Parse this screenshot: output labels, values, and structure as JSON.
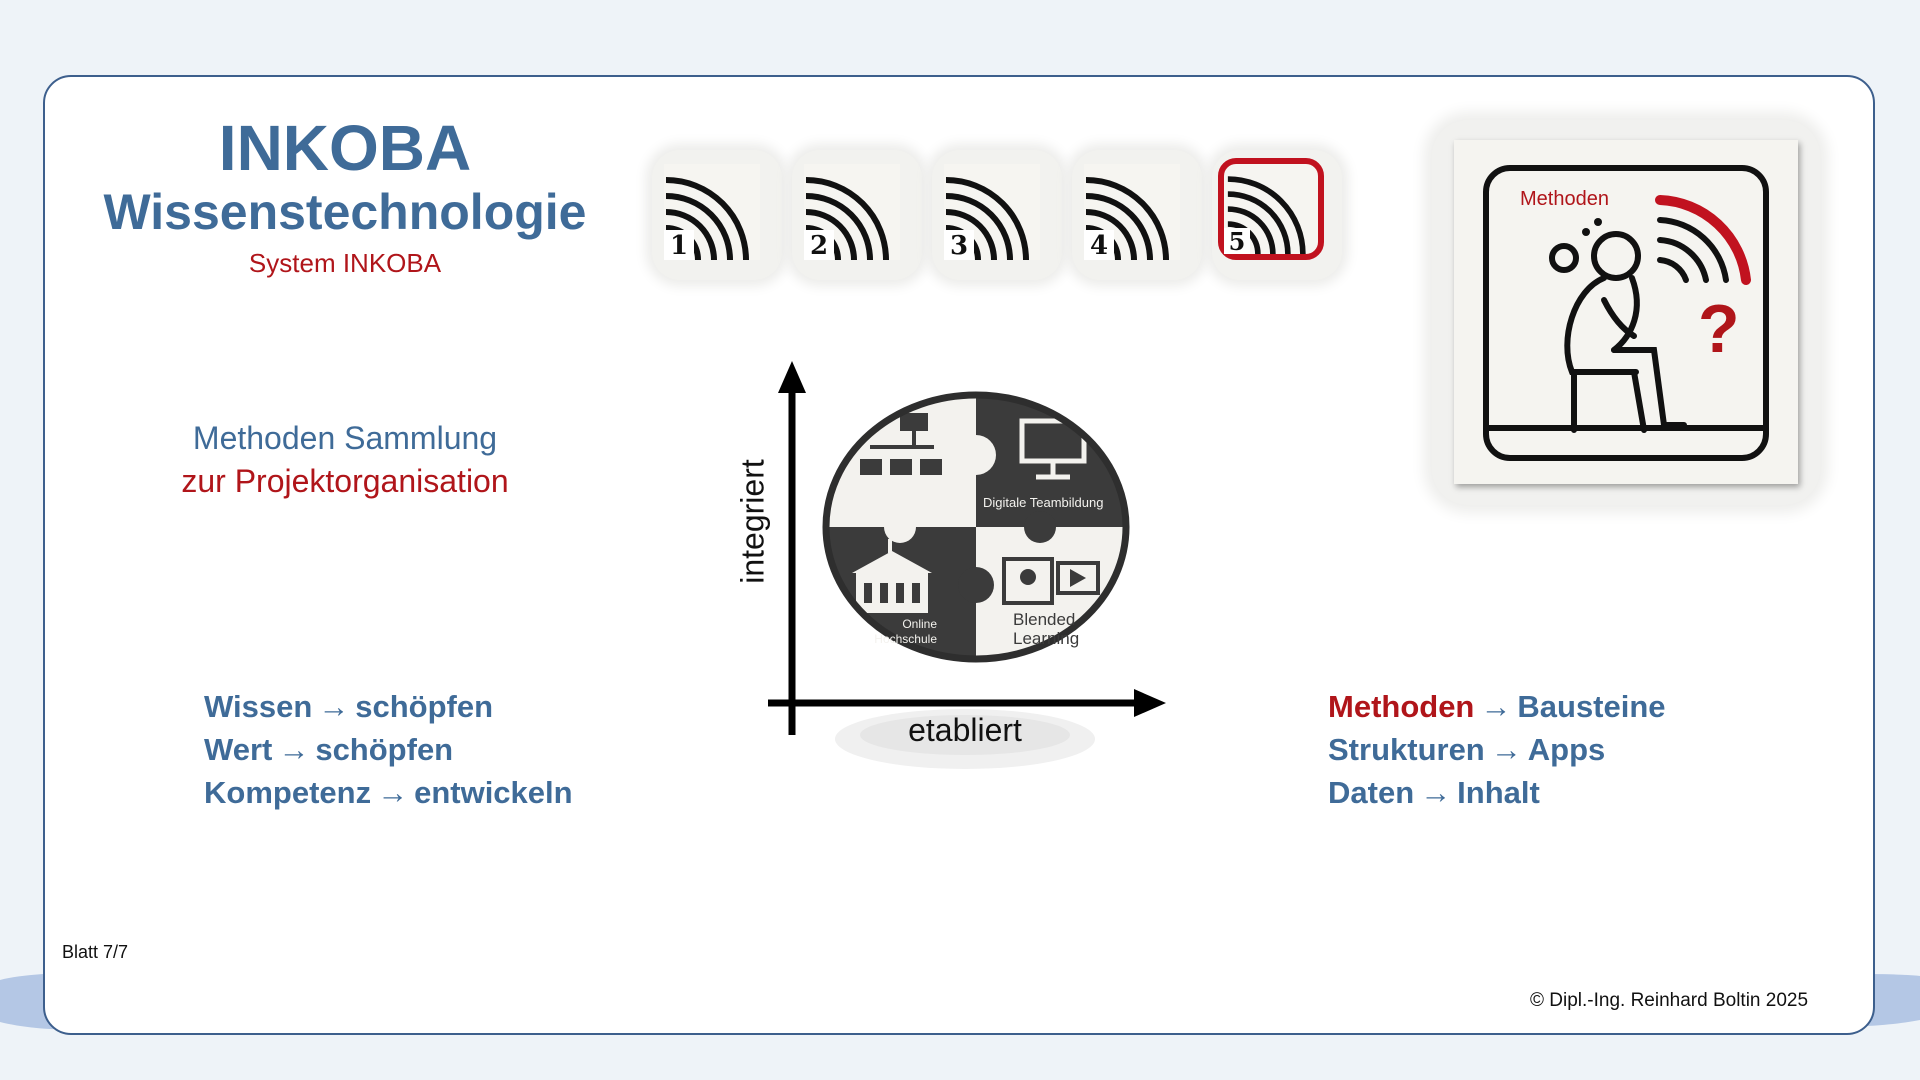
{
  "header": {
    "title": "INKOBA",
    "subtitle": "Wissenstechnologie",
    "system": "System INKOBA"
  },
  "collection": {
    "line1": "Methoden Sammlung",
    "line2": "zur Projektorganisation"
  },
  "left_list": [
    {
      "from": "Wissen",
      "to": "schöpfen"
    },
    {
      "from": "Wert",
      "to": "schöpfen"
    },
    {
      "from": "Kompetenz",
      "to": "entwickeln"
    }
  ],
  "right_list": [
    {
      "from": "Methoden",
      "to": "Bausteine"
    },
    {
      "from": "Strukturen",
      "to": "Apps"
    },
    {
      "from": "Daten",
      "to": "Inhalt"
    }
  ],
  "arrow_glyph": "→",
  "tiles": [
    {
      "number": "1",
      "active": false
    },
    {
      "number": "2",
      "active": false
    },
    {
      "number": "3",
      "active": false
    },
    {
      "number": "4",
      "active": false
    },
    {
      "number": "5",
      "active": true
    }
  ],
  "thinker": {
    "label": "Methoden",
    "question_mark": "?"
  },
  "diagram": {
    "y_label": "integriert",
    "x_label": "etabliert",
    "puzzle_label_top_right": "Digitale Teambildung",
    "puzzle_label_bottom_right": "Blended Learning",
    "puzzle_label_bottom_left": "Online Hochschule"
  },
  "footer": {
    "page": "Blatt 7/7",
    "copyright": "© Dipl.-Ing. Reinhard Boltin 2025"
  },
  "colors": {
    "blue": "#3f6b98",
    "red": "#b0151a",
    "wave": "#b4c7e5",
    "dark": "#3a3a3a"
  }
}
